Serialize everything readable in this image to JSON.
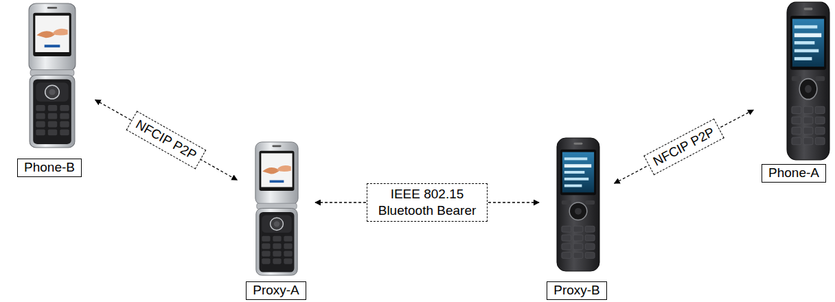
{
  "diagram": {
    "nodes": [
      {
        "text": [
          "Phone-B"
        ]
      },
      {
        "text": [
          "Proxy-A"
        ]
      },
      {
        "text": [
          "Proxy-B"
        ]
      },
      {
        "text": [
          "Phone-A"
        ]
      }
    ],
    "edges": [
      {
        "from": 0,
        "to": 1,
        "arrow": "both",
        "label": "NFCIP P2P"
      },
      {
        "from": 1,
        "to": 2,
        "arrow": "both",
        "label": "IEEE 802.15 Bluetooth Bearer"
      },
      {
        "from": 2,
        "to": 3,
        "arrow": "both",
        "label": "NFCIP P2P"
      }
    ]
  }
}
